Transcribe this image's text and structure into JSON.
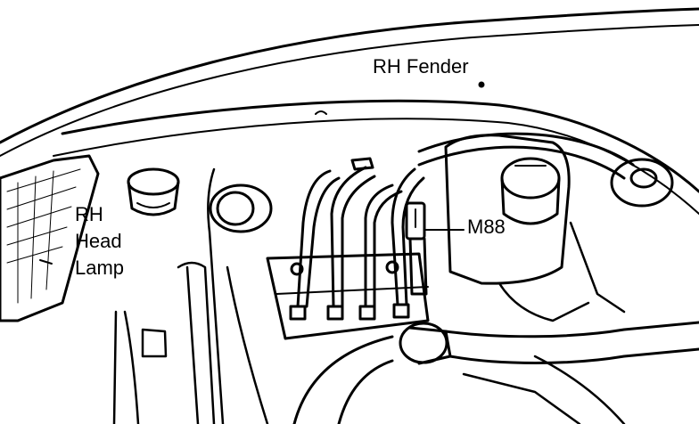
{
  "labels": {
    "fender": "RH Fender",
    "m88": "M88",
    "headlamp": [
      "RH",
      "Head",
      "Lamp"
    ]
  },
  "colors": {
    "ink": "#000000",
    "paper": "#ffffff"
  }
}
